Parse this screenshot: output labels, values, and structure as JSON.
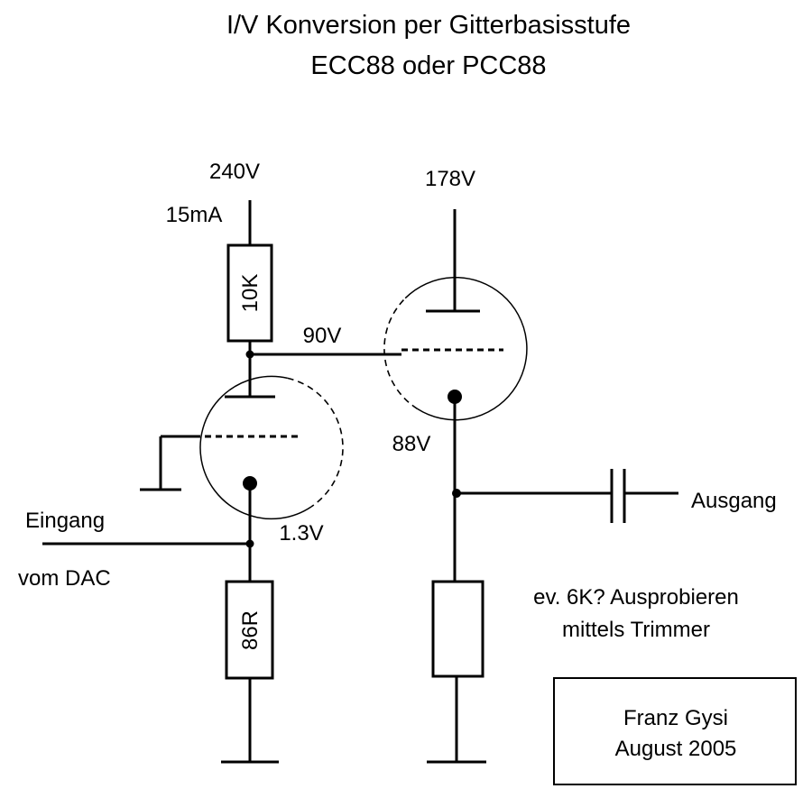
{
  "title": {
    "line1": "I/V Konversion per Gitterbasisstufe",
    "line2": "ECC88 oder PCC88"
  },
  "labels": {
    "supply_left": "240V",
    "current_left": "15mA",
    "resistor_top": "10K",
    "node_anode": "90V",
    "supply_right": "178V",
    "cathode_right": "88V",
    "output": "Ausgang",
    "input_line1": "Eingang",
    "input_line2": "vom DAC",
    "cathode_left": "1.3V",
    "resistor_bottom": "86R",
    "load_note_line1": "ev. 6K? Ausprobieren",
    "load_note_line2": "mittels Trimmer"
  },
  "credit": {
    "author": "Franz Gysi",
    "date": "August 2005"
  }
}
